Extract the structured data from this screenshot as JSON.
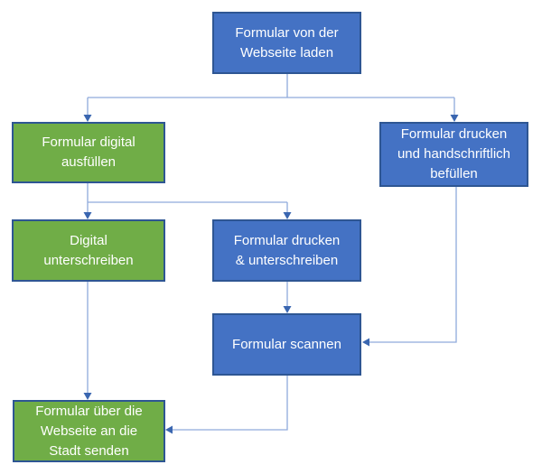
{
  "diagram": {
    "type": "flowchart",
    "nodes": [
      {
        "id": "load",
        "label": "Formular von der\nWebseite laden",
        "variant": "blue"
      },
      {
        "id": "fill-digital",
        "label": "Formular digital\nausfüllen",
        "variant": "green"
      },
      {
        "id": "print-handwrite",
        "label": "Formular drucken\nund handschriftlich\nbefüllen",
        "variant": "blue"
      },
      {
        "id": "sign-digital",
        "label": "Digital\nunterschreiben",
        "variant": "green"
      },
      {
        "id": "print-sign",
        "label": "Formular drucken\n& unterschreiben",
        "variant": "blue"
      },
      {
        "id": "scan",
        "label": "Formular scannen",
        "variant": "blue"
      },
      {
        "id": "send",
        "label": "Formular über die\nWebseite an die\nStadt senden",
        "variant": "green"
      }
    ],
    "edges": [
      {
        "from": "load",
        "to": "fill-digital"
      },
      {
        "from": "load",
        "to": "print-handwrite"
      },
      {
        "from": "fill-digital",
        "to": "sign-digital"
      },
      {
        "from": "fill-digital",
        "to": "print-sign"
      },
      {
        "from": "print-sign",
        "to": "scan"
      },
      {
        "from": "print-handwrite",
        "to": "scan"
      },
      {
        "from": "sign-digital",
        "to": "send"
      },
      {
        "from": "scan",
        "to": "send"
      }
    ],
    "colors": {
      "node_blue_fill": "#4472C4",
      "node_green_fill": "#70AD47",
      "node_border": "#2E5693",
      "connector_line": "#8FAADC",
      "arrowhead": "#3A66B0",
      "text": "#FFFFFF",
      "background": "#FFFFFF"
    }
  }
}
